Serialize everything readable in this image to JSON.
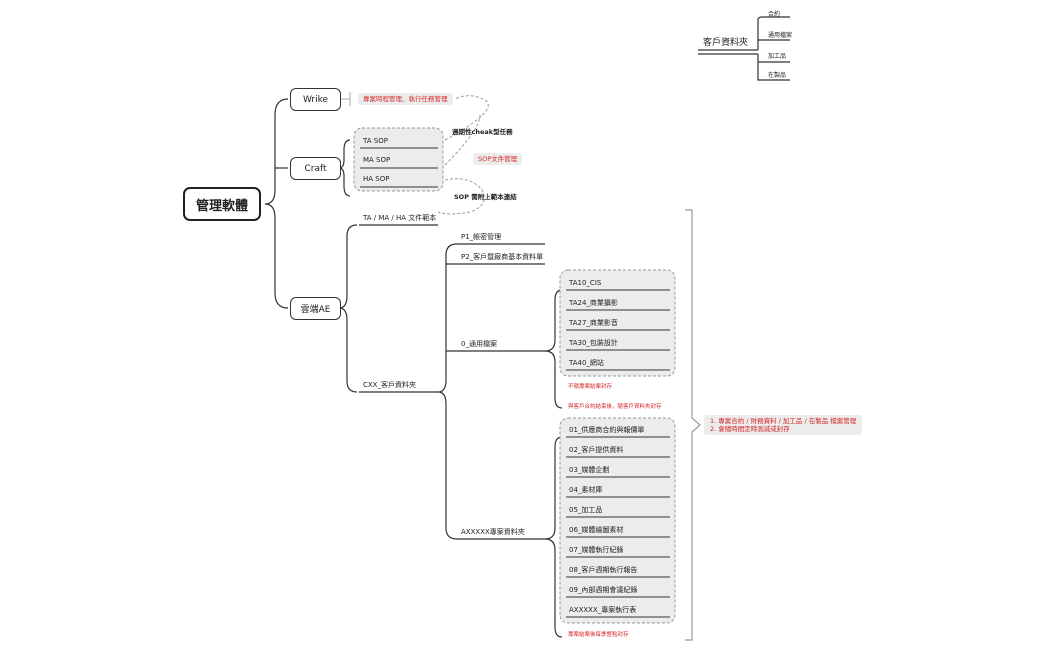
{
  "root": "管理軟體",
  "branches": {
    "wrike": "Wrike",
    "craft": "Craft",
    "ae": "雲端AE"
  },
  "wrike_note": "專案時程管理、執行任務管理",
  "craft_items": [
    "TA SOP",
    "MA SOP",
    "HA SOP"
  ],
  "craft_notes": {
    "weekly_check": "週期性cheak型任務",
    "sop_mgmt": "SOP文件管理",
    "sop_link": "SOP 需附上範本連結"
  },
  "ae_items": {
    "template": "TA / MA / HA 文件範本",
    "client_folder": "CXX_客戶資料夾"
  },
  "client_children": {
    "p1": "P1_帳密管理",
    "p2": "P2_客戶暨廠商基本資料單",
    "general": "0_通用檔案",
    "project": "AXXXXX專案資料夾"
  },
  "general_items": [
    "TA10_CIS",
    "TA24_商業攝影",
    "TA27_商業影音",
    "TA30_包裝設計",
    "TA40_網站"
  ],
  "general_notes": [
    "不隨專案結案封存",
    "與客戶合約結束後，隨客戶資料夾封存"
  ],
  "project_items": [
    "01_供應商合約與報價單",
    "02_客戶提供資料",
    "03_媒體企劃",
    "04_素材庫",
    "05_加工品",
    "06_媒體繪圖素材",
    "07_媒體執行紀錄",
    "08_客戶週期執行報告",
    "09_內部週期會議紀錄",
    "AXXXXX_專案執行表"
  ],
  "project_note": "專案結案後每季整點封存",
  "side_note": [
    "1. 專案合約 / 財務資料 / 加工品 / 在製品 檔案管理",
    "2. 會隨時間定時測減或封存"
  ],
  "legend": {
    "title": "客戶資料夾",
    "items": [
      "合約",
      "通用檔案",
      "加工品",
      "在製品"
    ]
  }
}
